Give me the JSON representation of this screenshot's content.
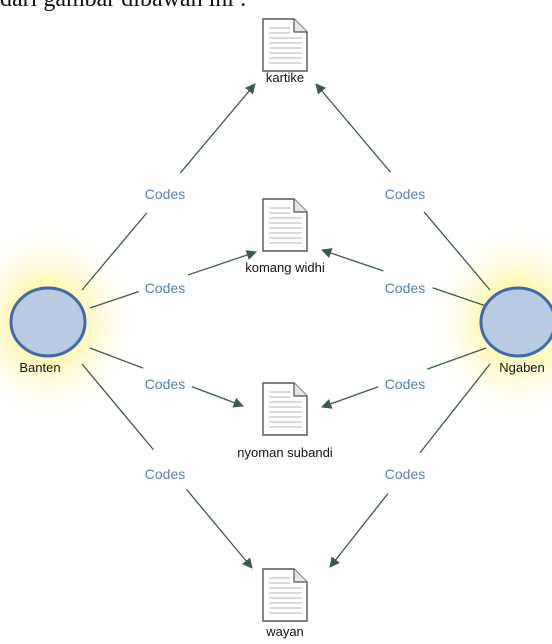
{
  "caption": "dari gambar dibawah ini :",
  "colors": {
    "edge": "#3d5a48",
    "edge_label": "#5a7cb0",
    "case_fill": "#b9cbe3",
    "case_stroke": "#3f6ca8",
    "glow": "#fff36b"
  },
  "cases": [
    {
      "id": "banten",
      "label": "Banten",
      "icon": "case-circle-icon"
    },
    {
      "id": "ngaben",
      "label": "Ngaben",
      "icon": "case-circle-icon"
    }
  ],
  "documents": [
    {
      "id": "kartike",
      "label": "kartike",
      "icon": "document-icon"
    },
    {
      "id": "komang",
      "label": "komang widhi",
      "icon": "document-icon"
    },
    {
      "id": "nyoman",
      "label": "nyoman subandi",
      "icon": "document-icon"
    },
    {
      "id": "wayan",
      "label": "wayan",
      "icon": "document-icon"
    }
  ],
  "edges": [
    {
      "from": "banten",
      "to": "kartike",
      "label": "Codes"
    },
    {
      "from": "banten",
      "to": "komang",
      "label": "Codes"
    },
    {
      "from": "banten",
      "to": "nyoman",
      "label": "Codes"
    },
    {
      "from": "banten",
      "to": "wayan",
      "label": "Codes"
    },
    {
      "from": "ngaben",
      "to": "kartike",
      "label": "Codes"
    },
    {
      "from": "ngaben",
      "to": "komang",
      "label": "Codes"
    },
    {
      "from": "ngaben",
      "to": "nyoman",
      "label": "Codes"
    },
    {
      "from": "ngaben",
      "to": "wayan",
      "label": "Codes"
    }
  ]
}
